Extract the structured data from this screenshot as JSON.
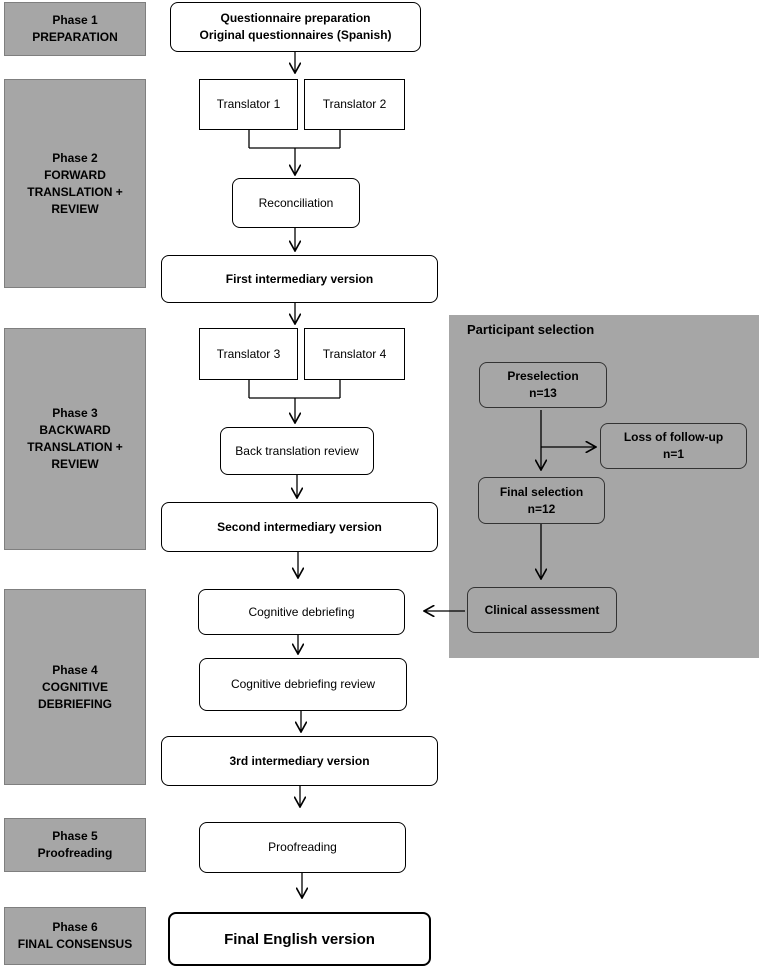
{
  "phases": [
    {
      "label": "Phase 1\nPREPARATION"
    },
    {
      "label": "Phase 2\nFORWARD\nTRANSLATION +\nREVIEW"
    },
    {
      "label": "Phase 3\nBACKWARD\nTRANSLATION +\nREVIEW"
    },
    {
      "label": "Phase 4\nCOGNITIVE\nDEBRIEFING"
    },
    {
      "label": "Phase 5\nProofreading"
    },
    {
      "label": "Phase 6\nFINAL CONSENSUS"
    }
  ],
  "steps": {
    "prep_title": "Questionnaire preparation",
    "prep_sub": "Original questionnaires (Spanish)",
    "translator1": "Translator 1",
    "translator2": "Translator 2",
    "reconciliation": "Reconciliation",
    "first_intermediary": "First intermediary version",
    "translator3": "Translator 3",
    "translator4": "Translator 4",
    "back_translation_review": "Back translation review",
    "second_intermediary": "Second intermediary version",
    "cognitive_debriefing": "Cognitive debriefing",
    "cognitive_debriefing_review": "Cognitive debriefing review",
    "third_intermediary": "3rd intermediary version",
    "proofreading": "Proofreading",
    "final_english": "Final English version"
  },
  "participant_selection": {
    "title": "Participant selection",
    "preselection": "Preselection\nn=13",
    "loss_follow_up": "Loss of follow-up\nn=1",
    "final_selection": "Final selection\nn=12",
    "clinical_assessment": "Clinical assessment"
  }
}
